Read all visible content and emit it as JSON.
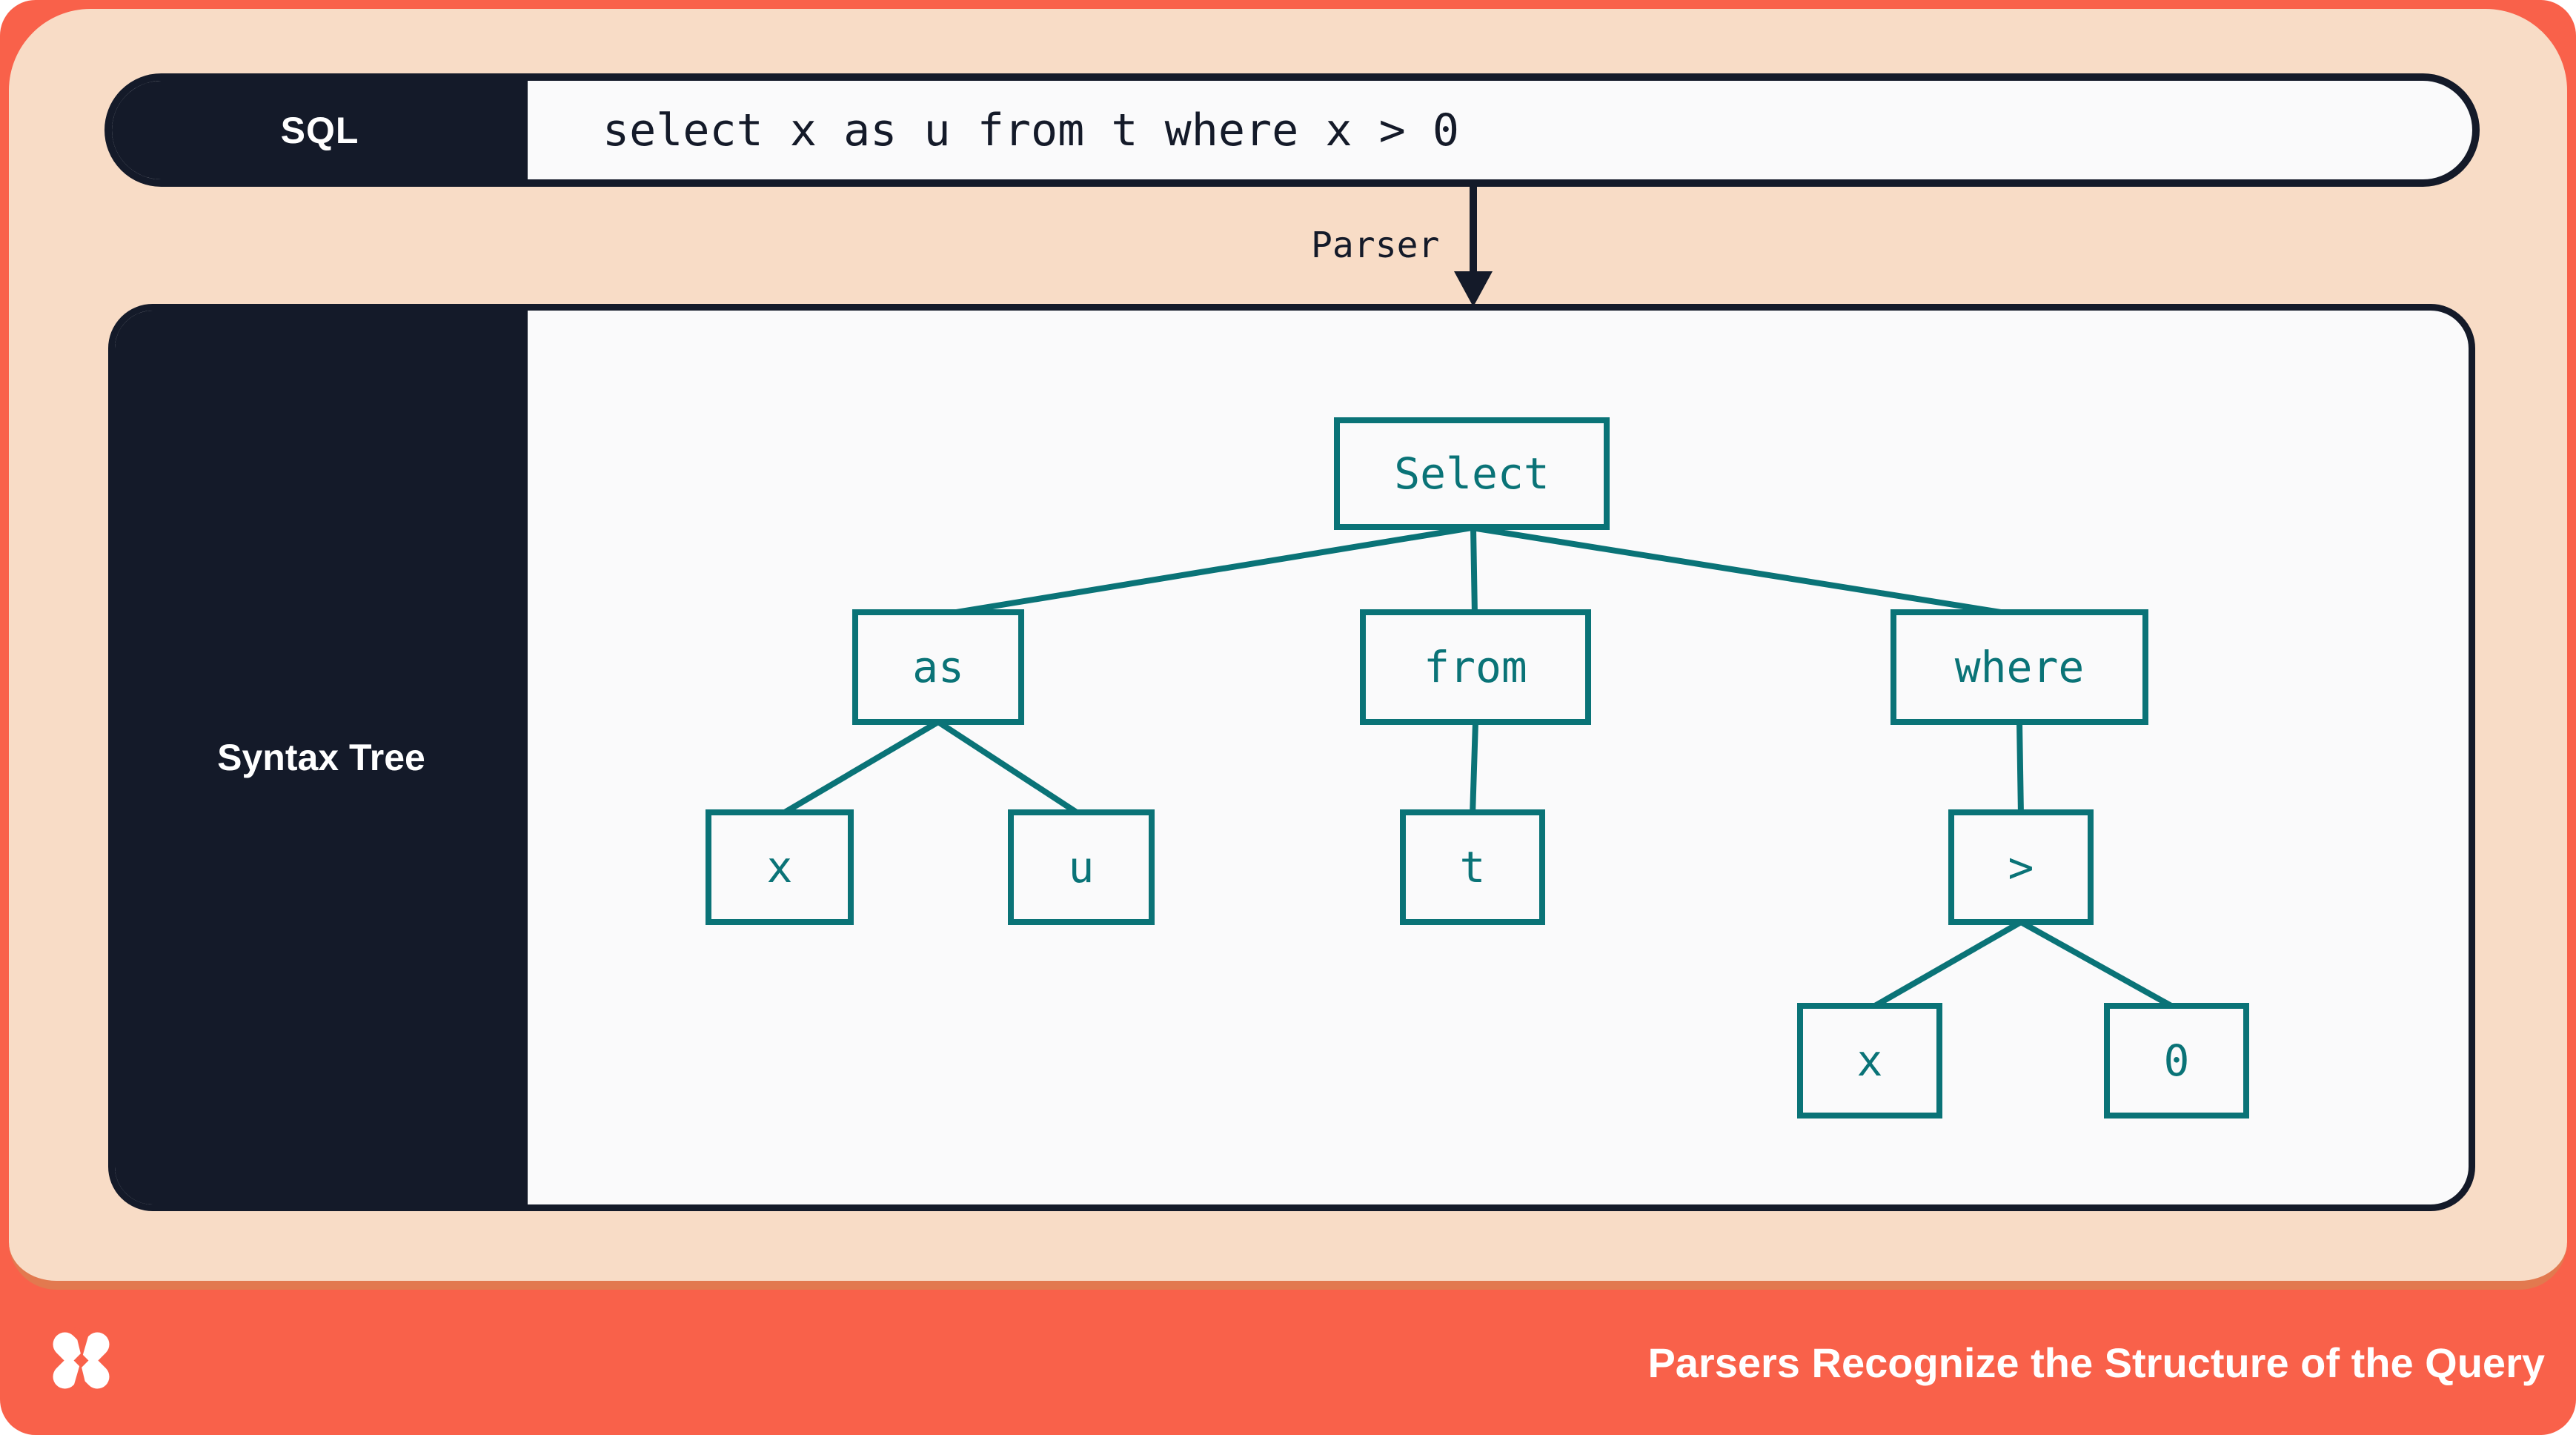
{
  "sql_bar": {
    "label": "SQL",
    "query": "select x as u from t where x > 0"
  },
  "parser": {
    "label": "Parser"
  },
  "tree_panel": {
    "label": "Syntax Tree"
  },
  "tree": {
    "nodes": [
      {
        "id": "select",
        "label": "Select"
      },
      {
        "id": "as",
        "label": "as"
      },
      {
        "id": "from",
        "label": "from"
      },
      {
        "id": "where",
        "label": "where"
      },
      {
        "id": "x1",
        "label": "x"
      },
      {
        "id": "u",
        "label": "u"
      },
      {
        "id": "t",
        "label": "t"
      },
      {
        "id": "gt",
        "label": ">"
      },
      {
        "id": "x2",
        "label": "x"
      },
      {
        "id": "zero",
        "label": "0"
      }
    ],
    "edges": [
      [
        "select",
        "as"
      ],
      [
        "select",
        "from"
      ],
      [
        "select",
        "where"
      ],
      [
        "as",
        "x1"
      ],
      [
        "as",
        "u"
      ],
      [
        "from",
        "t"
      ],
      [
        "where",
        "gt"
      ],
      [
        "gt",
        "x2"
      ],
      [
        "gt",
        "zero"
      ]
    ]
  },
  "footer": {
    "title": "Parsers Recognize the Structure of the Query",
    "logo": "xata-x-logo"
  },
  "colors": {
    "orange": "#f9614a",
    "orange_shade": "#e2794f",
    "peach": "#f8dcc6",
    "navy": "#141a29",
    "teal": "#0a7377",
    "box_fill": "#fafafb",
    "text_on_dark": "#ffffff"
  }
}
